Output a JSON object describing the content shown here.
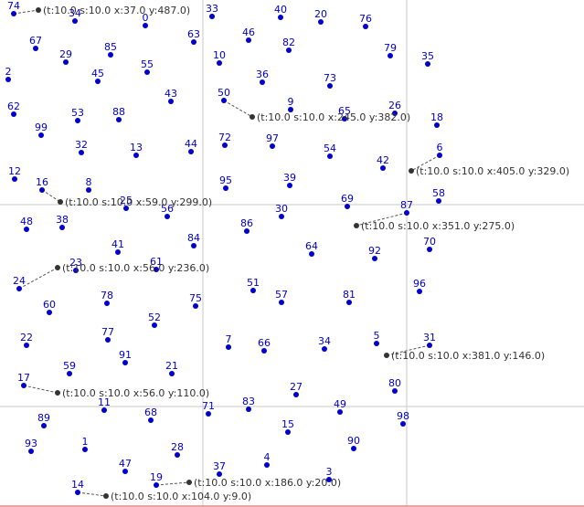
{
  "chart_data": {
    "type": "scatter",
    "title": "",
    "xlabel": "",
    "ylabel": "",
    "xlim": [
      0,
      639
    ],
    "ylim": [
      0,
      555
    ],
    "grid": {
      "x": [
        222,
        445
      ],
      "y": [
        110,
        331
      ]
    },
    "colors": {
      "point": "#0000cc",
      "label": "#0000cc",
      "grid": "#c8c8c8",
      "annotation": "#333333",
      "annotation_line": "#555555",
      "axis_bottom": "#f0a0a0"
    },
    "points": [
      {
        "label": "74",
        "x": 15,
        "y": 540
      },
      {
        "label": "34",
        "x": 82,
        "y": 532
      },
      {
        "label": "33",
        "x": 232,
        "y": 537
      },
      {
        "label": "40",
        "x": 307,
        "y": 536
      },
      {
        "label": "20",
        "x": 351,
        "y": 531
      },
      {
        "label": "76",
        "x": 400,
        "y": 526
      },
      {
        "label": "0",
        "x": 159,
        "y": 527
      },
      {
        "label": "63",
        "x": 212,
        "y": 509
      },
      {
        "label": "46",
        "x": 272,
        "y": 511
      },
      {
        "label": "82",
        "x": 316,
        "y": 500
      },
      {
        "label": "67",
        "x": 39,
        "y": 502
      },
      {
        "label": "85",
        "x": 121,
        "y": 495
      },
      {
        "label": "79",
        "x": 427,
        "y": 494
      },
      {
        "label": "10",
        "x": 240,
        "y": 486
      },
      {
        "label": "29",
        "x": 72,
        "y": 487
      },
      {
        "label": "35",
        "x": 468,
        "y": 485
      },
      {
        "label": "55",
        "x": 161,
        "y": 476
      },
      {
        "label": "36",
        "x": 287,
        "y": 465
      },
      {
        "label": "45",
        "x": 107,
        "y": 466
      },
      {
        "label": "73",
        "x": 361,
        "y": 461
      },
      {
        "label": "2",
        "x": 9,
        "y": 468
      },
      {
        "label": "43",
        "x": 187,
        "y": 444
      },
      {
        "label": "50",
        "x": 245,
        "y": 445
      },
      {
        "label": "9",
        "x": 318,
        "y": 435
      },
      {
        "label": "26",
        "x": 432,
        "y": 431
      },
      {
        "label": "62",
        "x": 15,
        "y": 430
      },
      {
        "label": "65",
        "x": 377,
        "y": 425
      },
      {
        "label": "53",
        "x": 85,
        "y": 423
      },
      {
        "label": "88",
        "x": 130,
        "y": 424
      },
      {
        "label": "18",
        "x": 478,
        "y": 418
      },
      {
        "label": "99",
        "x": 45,
        "y": 407
      },
      {
        "label": "72",
        "x": 246,
        "y": 396
      },
      {
        "label": "97",
        "x": 298,
        "y": 395
      },
      {
        "label": "44",
        "x": 209,
        "y": 389
      },
      {
        "label": "54",
        "x": 361,
        "y": 384
      },
      {
        "label": "32",
        "x": 89,
        "y": 388
      },
      {
        "label": "13",
        "x": 149,
        "y": 385
      },
      {
        "label": "6",
        "x": 481,
        "y": 385
      },
      {
        "label": "42",
        "x": 419,
        "y": 371
      },
      {
        "label": "12",
        "x": 16,
        "y": 359
      },
      {
        "label": "39",
        "x": 317,
        "y": 352
      },
      {
        "label": "95",
        "x": 247,
        "y": 349
      },
      {
        "label": "16",
        "x": 46,
        "y": 347
      },
      {
        "label": "8",
        "x": 97,
        "y": 347
      },
      {
        "label": "58",
        "x": 480,
        "y": 335
      },
      {
        "label": "25",
        "x": 138,
        "y": 327
      },
      {
        "label": "69",
        "x": 380,
        "y": 329
      },
      {
        "label": "87",
        "x": 445,
        "y": 322
      },
      {
        "label": "56",
        "x": 183,
        "y": 318
      },
      {
        "label": "30",
        "x": 308,
        "y": 318
      },
      {
        "label": "48",
        "x": 29,
        "y": 304
      },
      {
        "label": "38",
        "x": 68,
        "y": 306
      },
      {
        "label": "86",
        "x": 270,
        "y": 302
      },
      {
        "label": "70",
        "x": 470,
        "y": 282
      },
      {
        "label": "84",
        "x": 212,
        "y": 286
      },
      {
        "label": "41",
        "x": 129,
        "y": 279
      },
      {
        "label": "64",
        "x": 341,
        "y": 277
      },
      {
        "label": "92",
        "x": 410,
        "y": 272
      },
      {
        "label": "23",
        "x": 83,
        "y": 259
      },
      {
        "label": "61",
        "x": 171,
        "y": 260
      },
      {
        "label": "96",
        "x": 459,
        "y": 236
      },
      {
        "label": "24",
        "x": 21,
        "y": 239
      },
      {
        "label": "51",
        "x": 277,
        "y": 237
      },
      {
        "label": "57",
        "x": 308,
        "y": 224
      },
      {
        "label": "81",
        "x": 382,
        "y": 224
      },
      {
        "label": "78",
        "x": 117,
        "y": 223
      },
      {
        "label": "75",
        "x": 214,
        "y": 220
      },
      {
        "label": "60",
        "x": 54,
        "y": 213
      },
      {
        "label": "52",
        "x": 169,
        "y": 199
      },
      {
        "label": "77",
        "x": 118,
        "y": 183
      },
      {
        "label": "22",
        "x": 29,
        "y": 177
      },
      {
        "label": "7",
        "x": 250,
        "y": 175
      },
      {
        "label": "66",
        "x": 289,
        "y": 171
      },
      {
        "label": "34",
        "x": 355,
        "y": 173
      },
      {
        "label": "5",
        "x": 412,
        "y": 179
      },
      {
        "label": "31",
        "x": 470,
        "y": 177
      },
      {
        "label": "91",
        "x": 137,
        "y": 158
      },
      {
        "label": "59",
        "x": 76,
        "y": 146
      },
      {
        "label": "21",
        "x": 188,
        "y": 146
      },
      {
        "label": "17",
        "x": 26,
        "y": 133
      },
      {
        "label": "80",
        "x": 432,
        "y": 127
      },
      {
        "label": "27",
        "x": 324,
        "y": 123
      },
      {
        "label": "11",
        "x": 114,
        "y": 106
      },
      {
        "label": "83",
        "x": 272,
        "y": 107
      },
      {
        "label": "49",
        "x": 372,
        "y": 104
      },
      {
        "label": "71",
        "x": 228,
        "y": 102
      },
      {
        "label": "68",
        "x": 165,
        "y": 95
      },
      {
        "label": "89",
        "x": 48,
        "y": 89
      },
      {
        "label": "98",
        "x": 441,
        "y": 91
      },
      {
        "label": "15",
        "x": 315,
        "y": 82
      },
      {
        "label": "90",
        "x": 387,
        "y": 64
      },
      {
        "label": "93",
        "x": 34,
        "y": 61
      },
      {
        "label": "1",
        "x": 93,
        "y": 63
      },
      {
        "label": "28",
        "x": 194,
        "y": 57
      },
      {
        "label": "4",
        "x": 292,
        "y": 46
      },
      {
        "label": "47",
        "x": 137,
        "y": 39
      },
      {
        "label": "37",
        "x": 240,
        "y": 36
      },
      {
        "label": "3",
        "x": 360,
        "y": 30
      },
      {
        "label": "19",
        "x": 171,
        "y": 24
      },
      {
        "label": "14",
        "x": 85,
        "y": 16
      }
    ],
    "annotations": [
      {
        "text": "(t:10.0 s:10.0 x:37.0 y:487.0)",
        "from": [
          15,
          540
        ],
        "x": 42,
        "y": 544
      },
      {
        "text": "(t:10.0 s:10.0 x:245.0 y:382.0)",
        "from": [
          245,
          445
        ],
        "x": 276,
        "y": 427
      },
      {
        "text": "(t:10.0 s:10.0 x:405.0 y:329.0)",
        "from": [
          481,
          385
        ],
        "x": 450,
        "y": 368
      },
      {
        "text": "(t:10.0 s:10.0 x:59.0 y:299.0)",
        "from": [
          46,
          347
        ],
        "x": 66,
        "y": 334
      },
      {
        "text": "(t:10.0 s:10.0 x:351.0 y:275.0)",
        "from": [
          445,
          322
        ],
        "x": 390,
        "y": 308
      },
      {
        "text": "(t:10.0 s:10.0 x:56.0 y:236.0)",
        "from": [
          21,
          239
        ],
        "x": 63,
        "y": 262
      },
      {
        "text": "(t:10.0 s:10.0 x:381.0 y:146.0)",
        "from": [
          470,
          177
        ],
        "x": 423,
        "y": 166
      },
      {
        "text": "(t:10.0 s:10.0 x:56.0 y:110.0)",
        "from": [
          26,
          133
        ],
        "x": 63,
        "y": 125
      },
      {
        "text": "(t:10.0 s:10.0 x:186.0 y:20.0)",
        "from": [
          171,
          24
        ],
        "x": 207,
        "y": 27
      },
      {
        "text": "(t:10.0 s:10.0 x:104.0 y:9.0)",
        "from": [
          85,
          16
        ],
        "x": 116,
        "y": 12
      }
    ]
  }
}
